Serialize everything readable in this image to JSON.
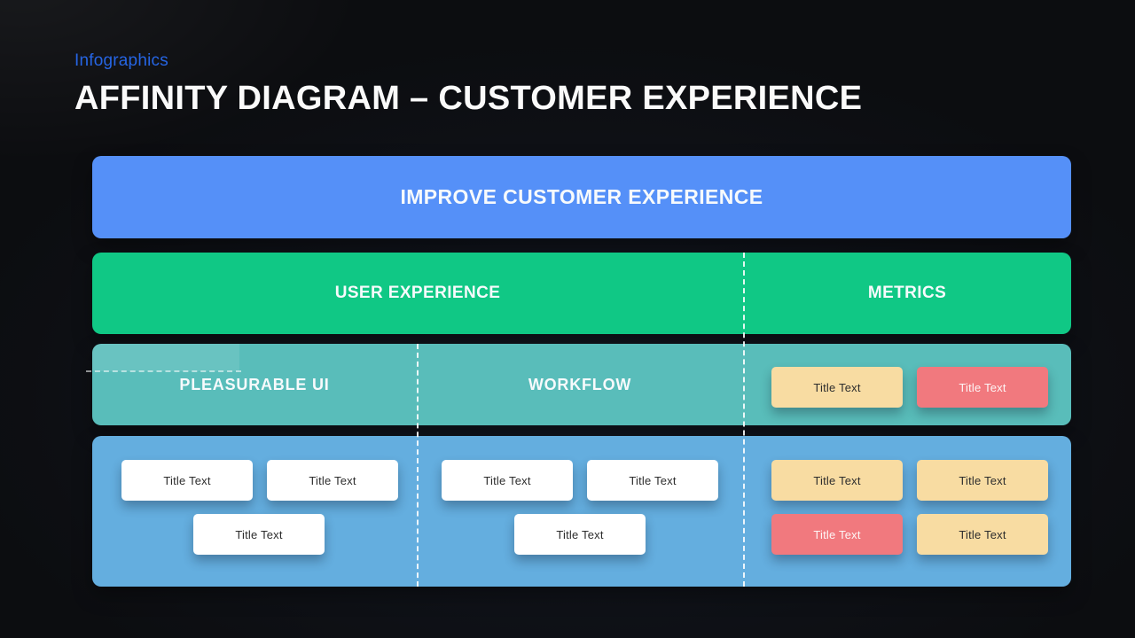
{
  "header": {
    "eyebrow": "Infographics",
    "title": "AFFINITY DIAGRAM – CUSTOMER EXPERIENCE"
  },
  "diagram": {
    "goal": {
      "label": "IMPROVE CUSTOMER EXPERIENCE"
    },
    "categories": {
      "user_experience": {
        "label": "USER EXPERIENCE"
      },
      "metrics": {
        "label": "METRICS"
      }
    },
    "subcategories": {
      "pleasurable_ui": {
        "label": "PLEASURABLE UI"
      },
      "workflow": {
        "label": "WORKFLOW"
      }
    },
    "cards": {
      "metrics_top": [
        {
          "label": "Title Text",
          "variant": "yellow"
        },
        {
          "label": "Title Text",
          "variant": "red"
        }
      ],
      "pleasurable_ui": [
        {
          "label": "Title Text",
          "variant": "white"
        },
        {
          "label": "Title Text",
          "variant": "white"
        },
        {
          "label": "Title Text",
          "variant": "white"
        }
      ],
      "workflow": [
        {
          "label": "Title Text",
          "variant": "white"
        },
        {
          "label": "Title Text",
          "variant": "white"
        },
        {
          "label": "Title Text",
          "variant": "white"
        }
      ],
      "metrics_bottom": [
        {
          "label": "Title Text",
          "variant": "yellow"
        },
        {
          "label": "Title Text",
          "variant": "yellow"
        },
        {
          "label": "Title Text",
          "variant": "red"
        },
        {
          "label": "Title Text",
          "variant": "yellow"
        }
      ]
    },
    "colors": {
      "eyebrow_blue": "#2665E3",
      "goal_blue": "#5590F8",
      "category_green": "#10C885",
      "subcategory_teal": "#59BDBA",
      "notes_blue": "#64AEDF",
      "card_yellow": "#F8DCA2",
      "card_red": "#F1797E",
      "card_white": "#FFFFFF"
    }
  }
}
